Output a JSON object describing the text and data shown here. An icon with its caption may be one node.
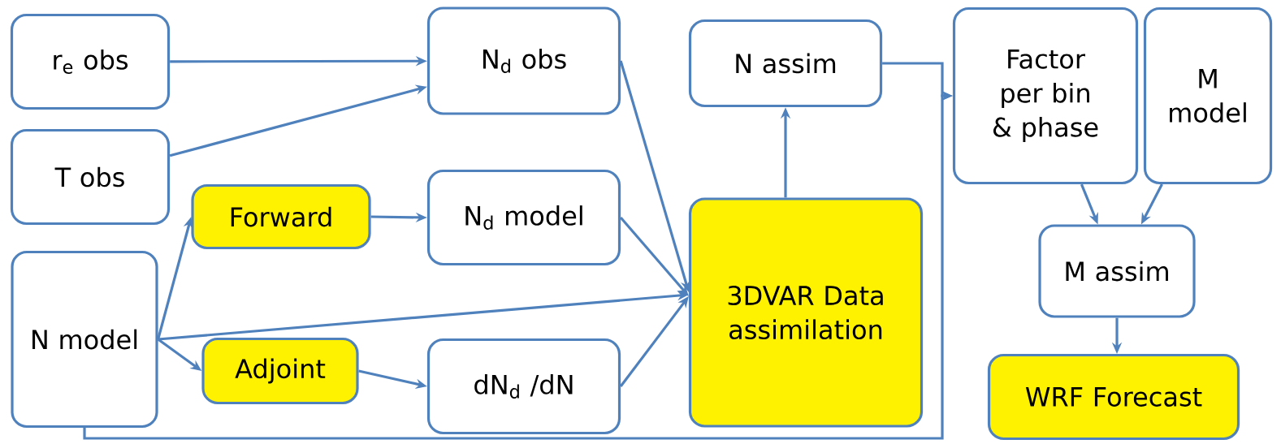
{
  "diagram": {
    "nodes": [
      {
        "text": [
          "r$_{e}$ obs"
        ]
      },
      {
        "text": [
          "T obs"
        ]
      },
      {
        "text": [
          "N model"
        ]
      },
      {
        "text": [
          "N$_{d}$ obs"
        ]
      },
      {
        "text": [
          "Forward"
        ]
      },
      {
        "text": [
          "N$_{d}$ model"
        ]
      },
      {
        "text": [
          "Adjoint"
        ]
      },
      {
        "text": [
          "dN$_{d}$ /dN"
        ]
      },
      {
        "text": [
          "N assim"
        ]
      },
      {
        "text": [
          "3DVAR Data assimilation"
        ]
      },
      {
        "text": [
          "Factor per bin & phase"
        ]
      },
      {
        "text": [
          "M model"
        ]
      },
      {
        "text": [
          "M assim"
        ]
      },
      {
        "text": [
          "WRF Forecast"
        ]
      }
    ],
    "edges": [
      {
        "from": 0,
        "to": 3,
        "arrow": "to"
      },
      {
        "from": 1,
        "to": 3,
        "arrow": "to"
      },
      {
        "from": 3,
        "to": 9,
        "arrow": "to"
      },
      {
        "from": 2,
        "to": 4,
        "arrow": "to"
      },
      {
        "from": 4,
        "to": 5,
        "arrow": "to"
      },
      {
        "from": 5,
        "to": 9,
        "arrow": "to"
      },
      {
        "from": 2,
        "to": 9,
        "arrow": "to"
      },
      {
        "from": 2,
        "to": 6,
        "arrow": "to"
      },
      {
        "from": 6,
        "to": 7,
        "arrow": "to"
      },
      {
        "from": 7,
        "to": 9,
        "arrow": "to"
      },
      {
        "from": 9,
        "to": 8,
        "arrow": "to"
      },
      {
        "from": 8,
        "to": 10,
        "arrow": "to"
      },
      {
        "from": 2,
        "to": 10,
        "arrow": "to"
      },
      {
        "from": 10,
        "to": 12,
        "arrow": "to"
      },
      {
        "from": 11,
        "to": 12,
        "arrow": "to"
      },
      {
        "from": 12,
        "to": 13,
        "arrow": "to"
      }
    ]
  }
}
